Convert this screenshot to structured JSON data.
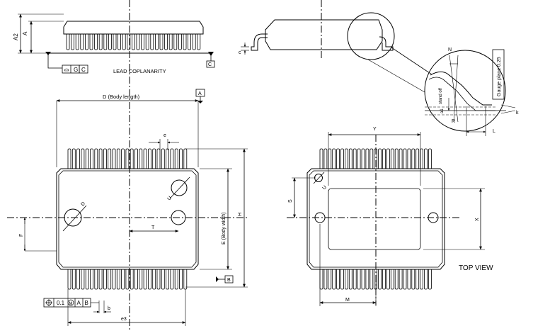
{
  "side_view": {
    "dim_a": "A",
    "dim_a2": "A2",
    "datum_c": "C",
    "fcf_g": "G",
    "fcf_c": "C",
    "lead_coplanarity": "LEAD COPLANARITY"
  },
  "profile_view": {
    "dim_c": "c",
    "detail_n": "N",
    "gauge_plane": "Gauge plane 0.25",
    "stand_off": "stand off",
    "dim_a1": "a1",
    "dim_r": "R",
    "dim_k": "k",
    "dim_l": "L"
  },
  "bottom_view": {
    "body_length": "D  (Body length)",
    "datum_a": "A",
    "dim_e": "e",
    "dim_h": "H",
    "body_width": "E  (Body width)",
    "dim_d": "D",
    "dim_u": "U",
    "dim_t": "T",
    "dim_f": "F",
    "datum_b": "B",
    "fcf_tolerance": "0.1",
    "fcf_modifier": "M",
    "fcf_a": "A",
    "fcf_b": "B",
    "dim_b": "b",
    "dim_e3": "e3"
  },
  "top_view": {
    "dim_y": "Y",
    "dim_s": "S",
    "dim_u": "U",
    "dim_x": "X",
    "dim_m": "M",
    "caption": "TOP VIEW"
  }
}
